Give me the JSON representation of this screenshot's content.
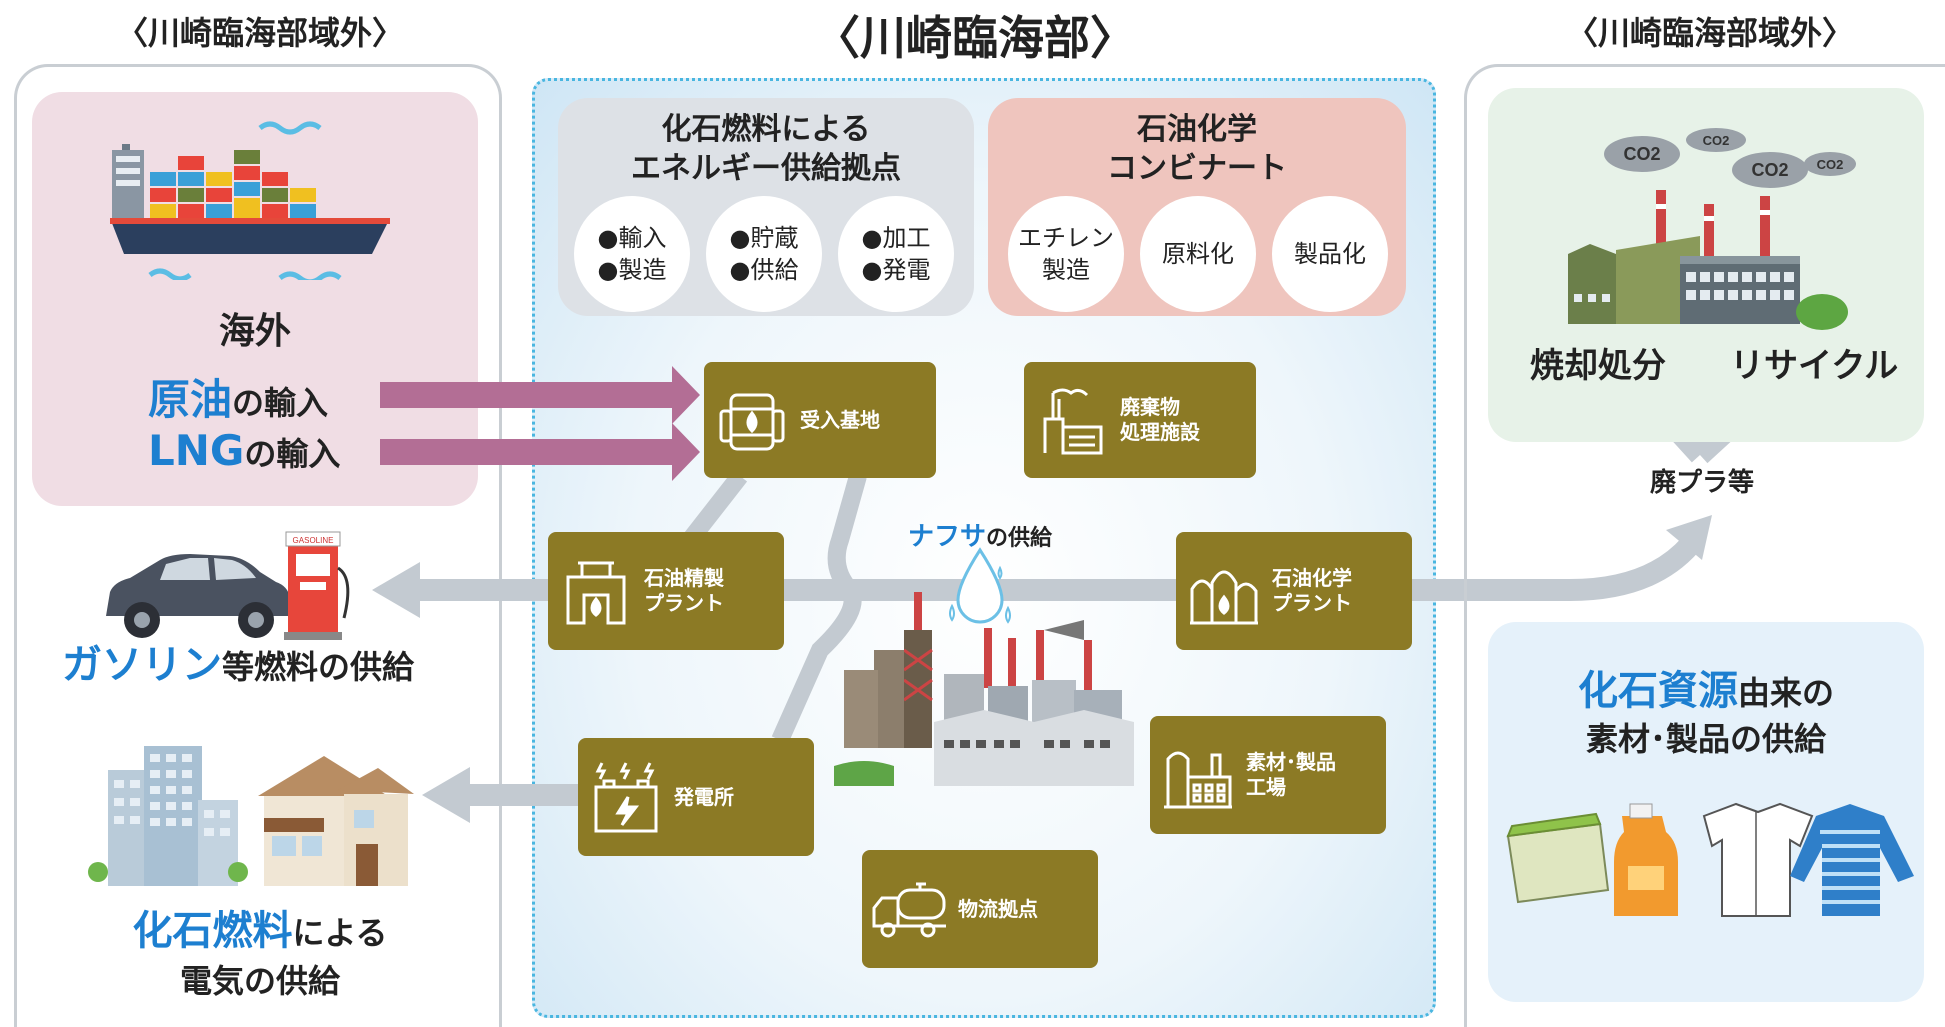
{
  "headers": {
    "left": "〈川崎臨海部域外〉",
    "center": "〈川崎臨海部〉",
    "right": "〈川崎臨海部域外〉"
  },
  "left_panel": {
    "overseas": "海外",
    "crude_em": "原油",
    "crude_rest": "の輸入",
    "lng_em": "LNG",
    "lng_rest": "の輸入",
    "gasoline_sign": "GASOLINE",
    "gasoline_em": "ガソリン",
    "gasoline_rest": "等燃料の供給",
    "fossil_em": "化石燃料",
    "fossil_rest": "による",
    "electricity": "電気の供給"
  },
  "energy_box": {
    "title_line1": "化石燃料による",
    "title_line2": "エネルギー供給拠点",
    "circles": [
      {
        "line1": "●輸入",
        "line2": "●製造"
      },
      {
        "line1": "●貯蔵",
        "line2": "●供給"
      },
      {
        "line1": "●加工",
        "line2": "●発電"
      }
    ]
  },
  "petro_box": {
    "title_line1": "石油化学",
    "title_line2": "コンビナート",
    "circles": [
      {
        "line1": "エチレン",
        "line2": "製造"
      },
      {
        "line1": "原料化",
        "line2": ""
      },
      {
        "line1": "製品化",
        "line2": ""
      }
    ]
  },
  "facilities": {
    "receiving": "受入基地",
    "waste_line1": "廃棄物",
    "waste_line2": "処理施設",
    "refinery_line1": "石油精製",
    "refinery_line2": "プラント",
    "petro_plant_line1": "石油化学",
    "petro_plant_line2": "プラント",
    "power": "発電所",
    "materials_line1": "素材･製品",
    "materials_line2": "工場",
    "logistics": "物流拠点"
  },
  "naphtha": {
    "em": "ナフサ",
    "rest": "の供給"
  },
  "right_panel": {
    "co2_labels": [
      "CO2",
      "CO2",
      "CO2",
      "CO2"
    ],
    "incineration": "焼却処分",
    "recycle": "リサイクル",
    "waste_plastic": "廃プラ等",
    "fossil_res_em": "化石資源",
    "fossil_res_rest": "由来の",
    "materials_supply": "素材･製品の供給"
  },
  "colors": {
    "olive": "#8c7a25",
    "pink_panel": "#f0dde4",
    "grey_box": "#dde1e6",
    "salmon_box": "#efc5be",
    "green_panel": "#e7f2e8",
    "lightblue_panel": "#e5f1fa",
    "arrow_magenta": "#b36e95",
    "arrow_grey": "#c3cad1",
    "accent_blue": "#1d7fd0"
  }
}
